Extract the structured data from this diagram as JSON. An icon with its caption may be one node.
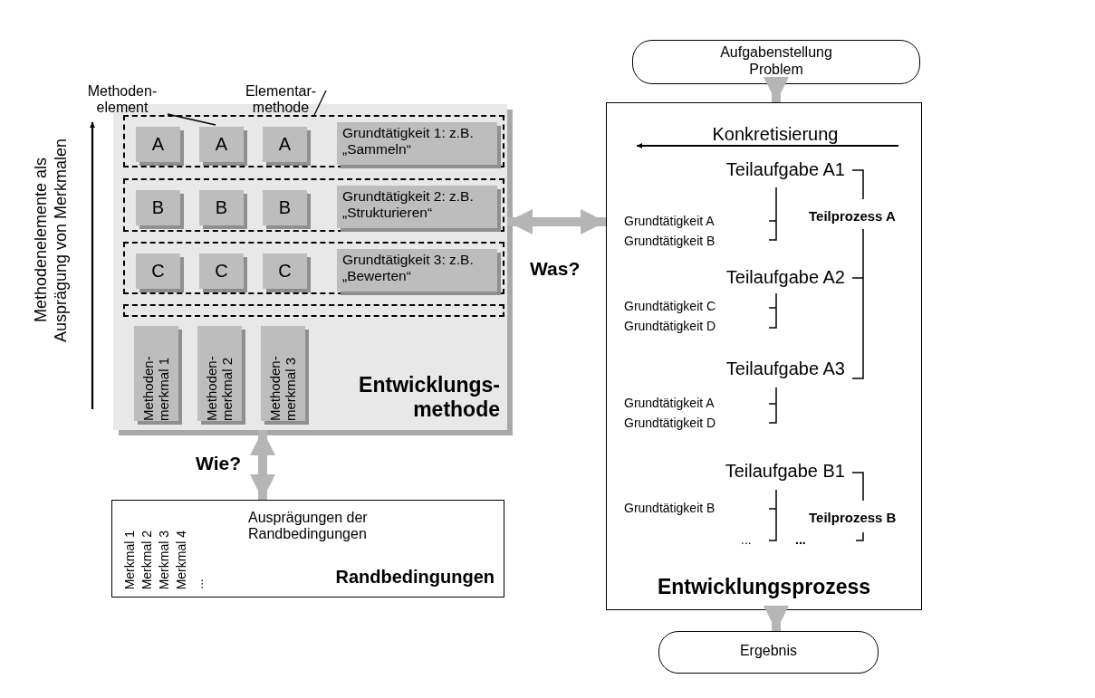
{
  "diagram": {
    "nodes": [
      {
        "text": [
          "Entwicklungs- methode"
        ]
      },
      {
        "text": [],
        "shape": "box",
        "in": 0
      },
      {
        "text": [
          "A"
        ],
        "in": 1
      },
      {
        "text": [
          "A"
        ],
        "in": 1
      },
      {
        "text": [
          "A"
        ],
        "in": 1
      },
      {
        "text": [
          "Grundtätigkeit 1: z.B. „Sammeln“"
        ],
        "in": 1
      },
      {
        "text": [],
        "shape": "box",
        "in": 0
      },
      {
        "text": [
          "B"
        ],
        "in": 6
      },
      {
        "text": [
          "B"
        ],
        "in": 6
      },
      {
        "text": [
          "B"
        ],
        "in": 6
      },
      {
        "text": [
          "Grundtätigkeit 2: z.B. „Strukturieren“"
        ],
        "in": 6
      },
      {
        "text": [],
        "shape": "box",
        "in": 0
      },
      {
        "text": [
          "C"
        ],
        "in": 11
      },
      {
        "text": [
          "C"
        ],
        "in": 11
      },
      {
        "text": [
          "C"
        ],
        "in": 11
      },
      {
        "text": [
          "Grundtätigkeit 3: z.B. „Bewerten“"
        ],
        "in": 11
      },
      {
        "text": [],
        "shape": "box",
        "in": 0
      },
      {
        "text": [
          "Methoden- merkmal 1"
        ],
        "in": 0
      },
      {
        "text": [
          "Methoden- merkmal 2"
        ],
        "in": 0
      },
      {
        "text": [
          "Methoden- merkmal 3"
        ],
        "in": 0
      },
      {
        "text": [
          "Methoden- element"
        ]
      },
      {
        "text": [
          "Elementar- methode"
        ]
      },
      {
        "text": [
          "Merkmal 1",
          "Merkmal 2",
          "Merkmal 3",
          "Merkmal 4",
          "...",
          "Ausprägungen der Randbedingungen",
          "Randbedingungen"
        ]
      },
      {
        "text": [
          "Aufgabenstellung Problem"
        ]
      },
      {
        "text": [
          "Entwicklungsprozess"
        ]
      },
      {
        "text": [
          "Ergebnis"
        ]
      }
    ],
    "edges": [
      {
        "from": 20,
        "to": 3,
        "arrow": "none",
        "color": "#000000"
      },
      {
        "from": 21,
        "to": 1,
        "arrow": "none",
        "color": "#000000"
      },
      {
        "from": 0,
        "to": 22,
        "arrow": "both",
        "label": "Wie?",
        "color": "#b5b5b5"
      },
      {
        "from": 0,
        "to": 24,
        "arrow": "both",
        "label": "Was?",
        "color": "#b5b5b5"
      },
      {
        "from": 23,
        "to": 24,
        "arrow": "to",
        "color": "#b5b5b5"
      },
      {
        "from": 24,
        "to": 25,
        "arrow": "to",
        "color": "#b5b5b5"
      }
    ],
    "labels": [
      "Methodenelemente als Ausprägung von Merkmalen",
      "Konkretisierung",
      "Teilaufgabe A1",
      "Grundtätigkeit A",
      "Grundtätigkeit B",
      "Teilprozess A",
      "Teilaufgabe A2",
      "Grundtätigkeit C",
      "Grundtätigkeit D",
      "Teilaufgabe A3",
      "Grundtätigkeit A",
      "Grundtätigkeit D",
      "Teilaufgabe B1",
      "Grundtätigkeit B",
      "Teilprozess B",
      "...",
      "..."
    ]
  }
}
